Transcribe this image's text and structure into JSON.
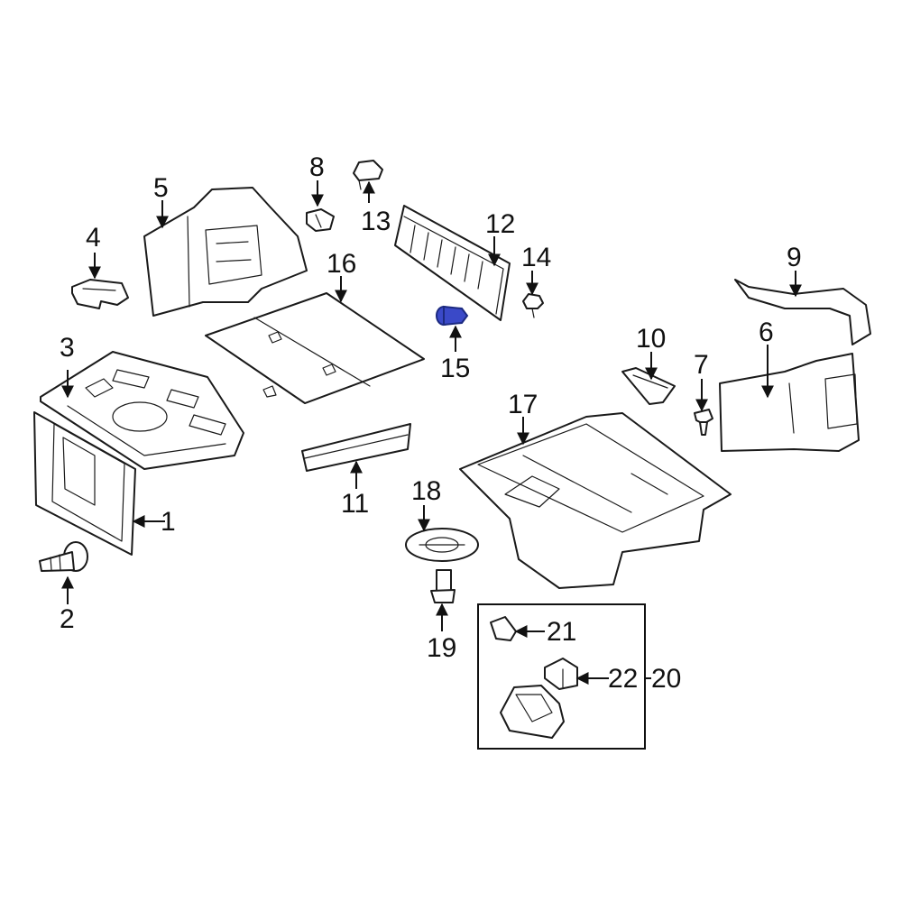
{
  "colors": {
    "line": "#1a1a1a",
    "highlight_fill": "#3a49c8",
    "highlight_stroke": "#1c2a80",
    "background": "#ffffff"
  },
  "callouts": {
    "p1": "1",
    "p2": "2",
    "p3": "3",
    "p4": "4",
    "p5": "5",
    "p6": "6",
    "p7": "7",
    "p8": "8",
    "p9": "9",
    "p10": "10",
    "p11": "11",
    "p12": "12",
    "p13": "13",
    "p14": "14",
    "p15": "15",
    "p16": "16",
    "p17": "17",
    "p18": "18",
    "p19": "19",
    "p20": "20",
    "p21": "21",
    "p22": "22"
  },
  "highlighted_part": "15"
}
